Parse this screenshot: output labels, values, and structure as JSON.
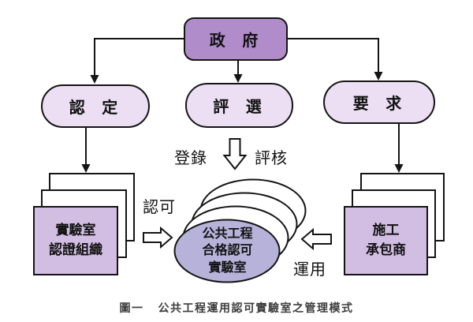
{
  "diagram": {
    "top_node": {
      "label": "政 府"
    },
    "branch_nodes": [
      {
        "label": "認 定"
      },
      {
        "label": "評 選"
      },
      {
        "label": "要 求"
      }
    ],
    "flow_labels": {
      "register": "登錄",
      "evaluate": "評核",
      "accredit": "認可",
      "utilize": "運用"
    },
    "left_stack": {
      "lines": [
        "實驗室",
        "認證組織"
      ]
    },
    "center_stack": {
      "lines": [
        "公共工程",
        "合格認可",
        "實驗室"
      ]
    },
    "right_stack": {
      "lines": [
        "施工",
        "承包商"
      ]
    },
    "colors": {
      "top_node_fill": "#b18cca",
      "branch_node_fill": "#ecdff4",
      "stack_front_fill": "#d3bee3",
      "ellipse_front_fill": "#b6b2da",
      "line_color": "#141414"
    }
  },
  "caption": {
    "figure_label": "圖一",
    "title": "公共工程運用認可實驗室之管理模式"
  }
}
